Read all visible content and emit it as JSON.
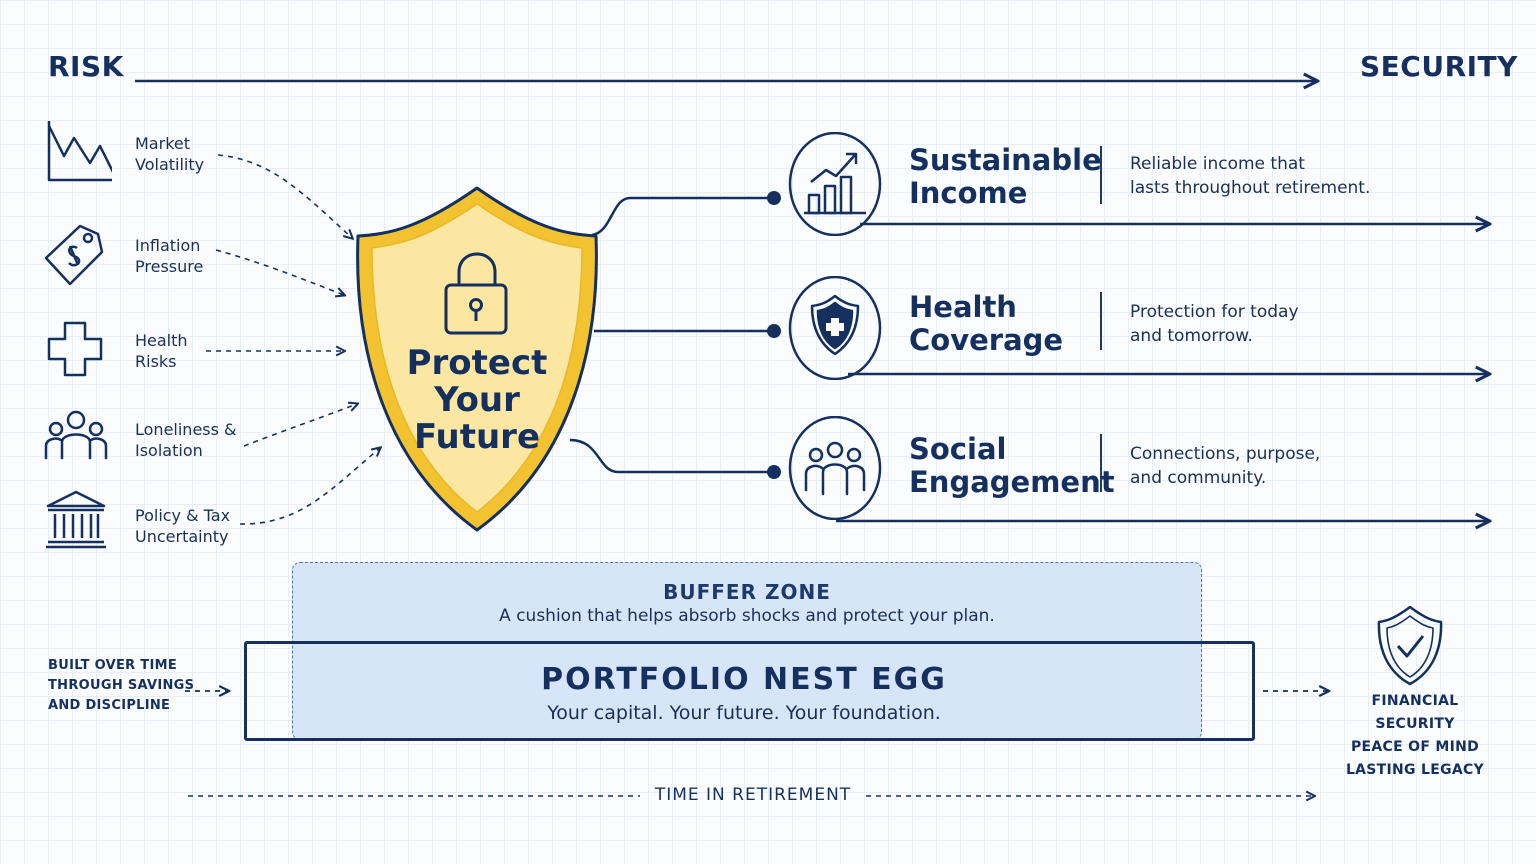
{
  "axis": {
    "start_label": "RISK",
    "end_label": "SECURITY"
  },
  "risks": [
    {
      "label": "Market\nVolatility",
      "icon": "chart-decline-icon"
    },
    {
      "label": "Inflation\nPressure",
      "icon": "price-tag-icon"
    },
    {
      "label": "Health\nRisks",
      "icon": "medical-cross-icon"
    },
    {
      "label": "Loneliness &\nIsolation",
      "icon": "people-group-icon"
    },
    {
      "label": "Policy & Tax\nUncertainty",
      "icon": "government-building-icon"
    }
  ],
  "shield": {
    "label": "Protect\nYour\nFuture",
    "icon": "padlock-icon"
  },
  "benefits": [
    {
      "title": "Sustainable\nIncome",
      "description": "Reliable income that\nlasts throughout retirement.",
      "icon": "growth-chart-icon"
    },
    {
      "title": "Health\nCoverage",
      "description": "Protection for today\nand tomorrow.",
      "icon": "health-shield-icon"
    },
    {
      "title": "Social\nEngagement",
      "description": "Connections, purpose,\nand community.",
      "icon": "community-icon"
    }
  ],
  "buffer": {
    "title": "BUFFER ZONE",
    "description": "A cushion that helps absorb shocks and protect your plan."
  },
  "nest_egg": {
    "title": "PORTFOLIO NEST EGG",
    "subtitle": "Your capital. Your future. Your foundation."
  },
  "built": {
    "label": "BUILT OVER TIME\nTHROUGH SAVINGS\nAND DISCIPLINE"
  },
  "outcome": {
    "label": "FINANCIAL SECURITY\nPEACE OF MIND\nLASTING LEGACY",
    "icon": "check-shield-icon"
  },
  "timeline": {
    "label": "TIME IN RETIREMENT"
  },
  "colors": {
    "navy": "#15305e",
    "shield_fill": "#fbe7a1",
    "shield_border": "#f2c230",
    "buffer_fill": "#d6e5f7"
  }
}
